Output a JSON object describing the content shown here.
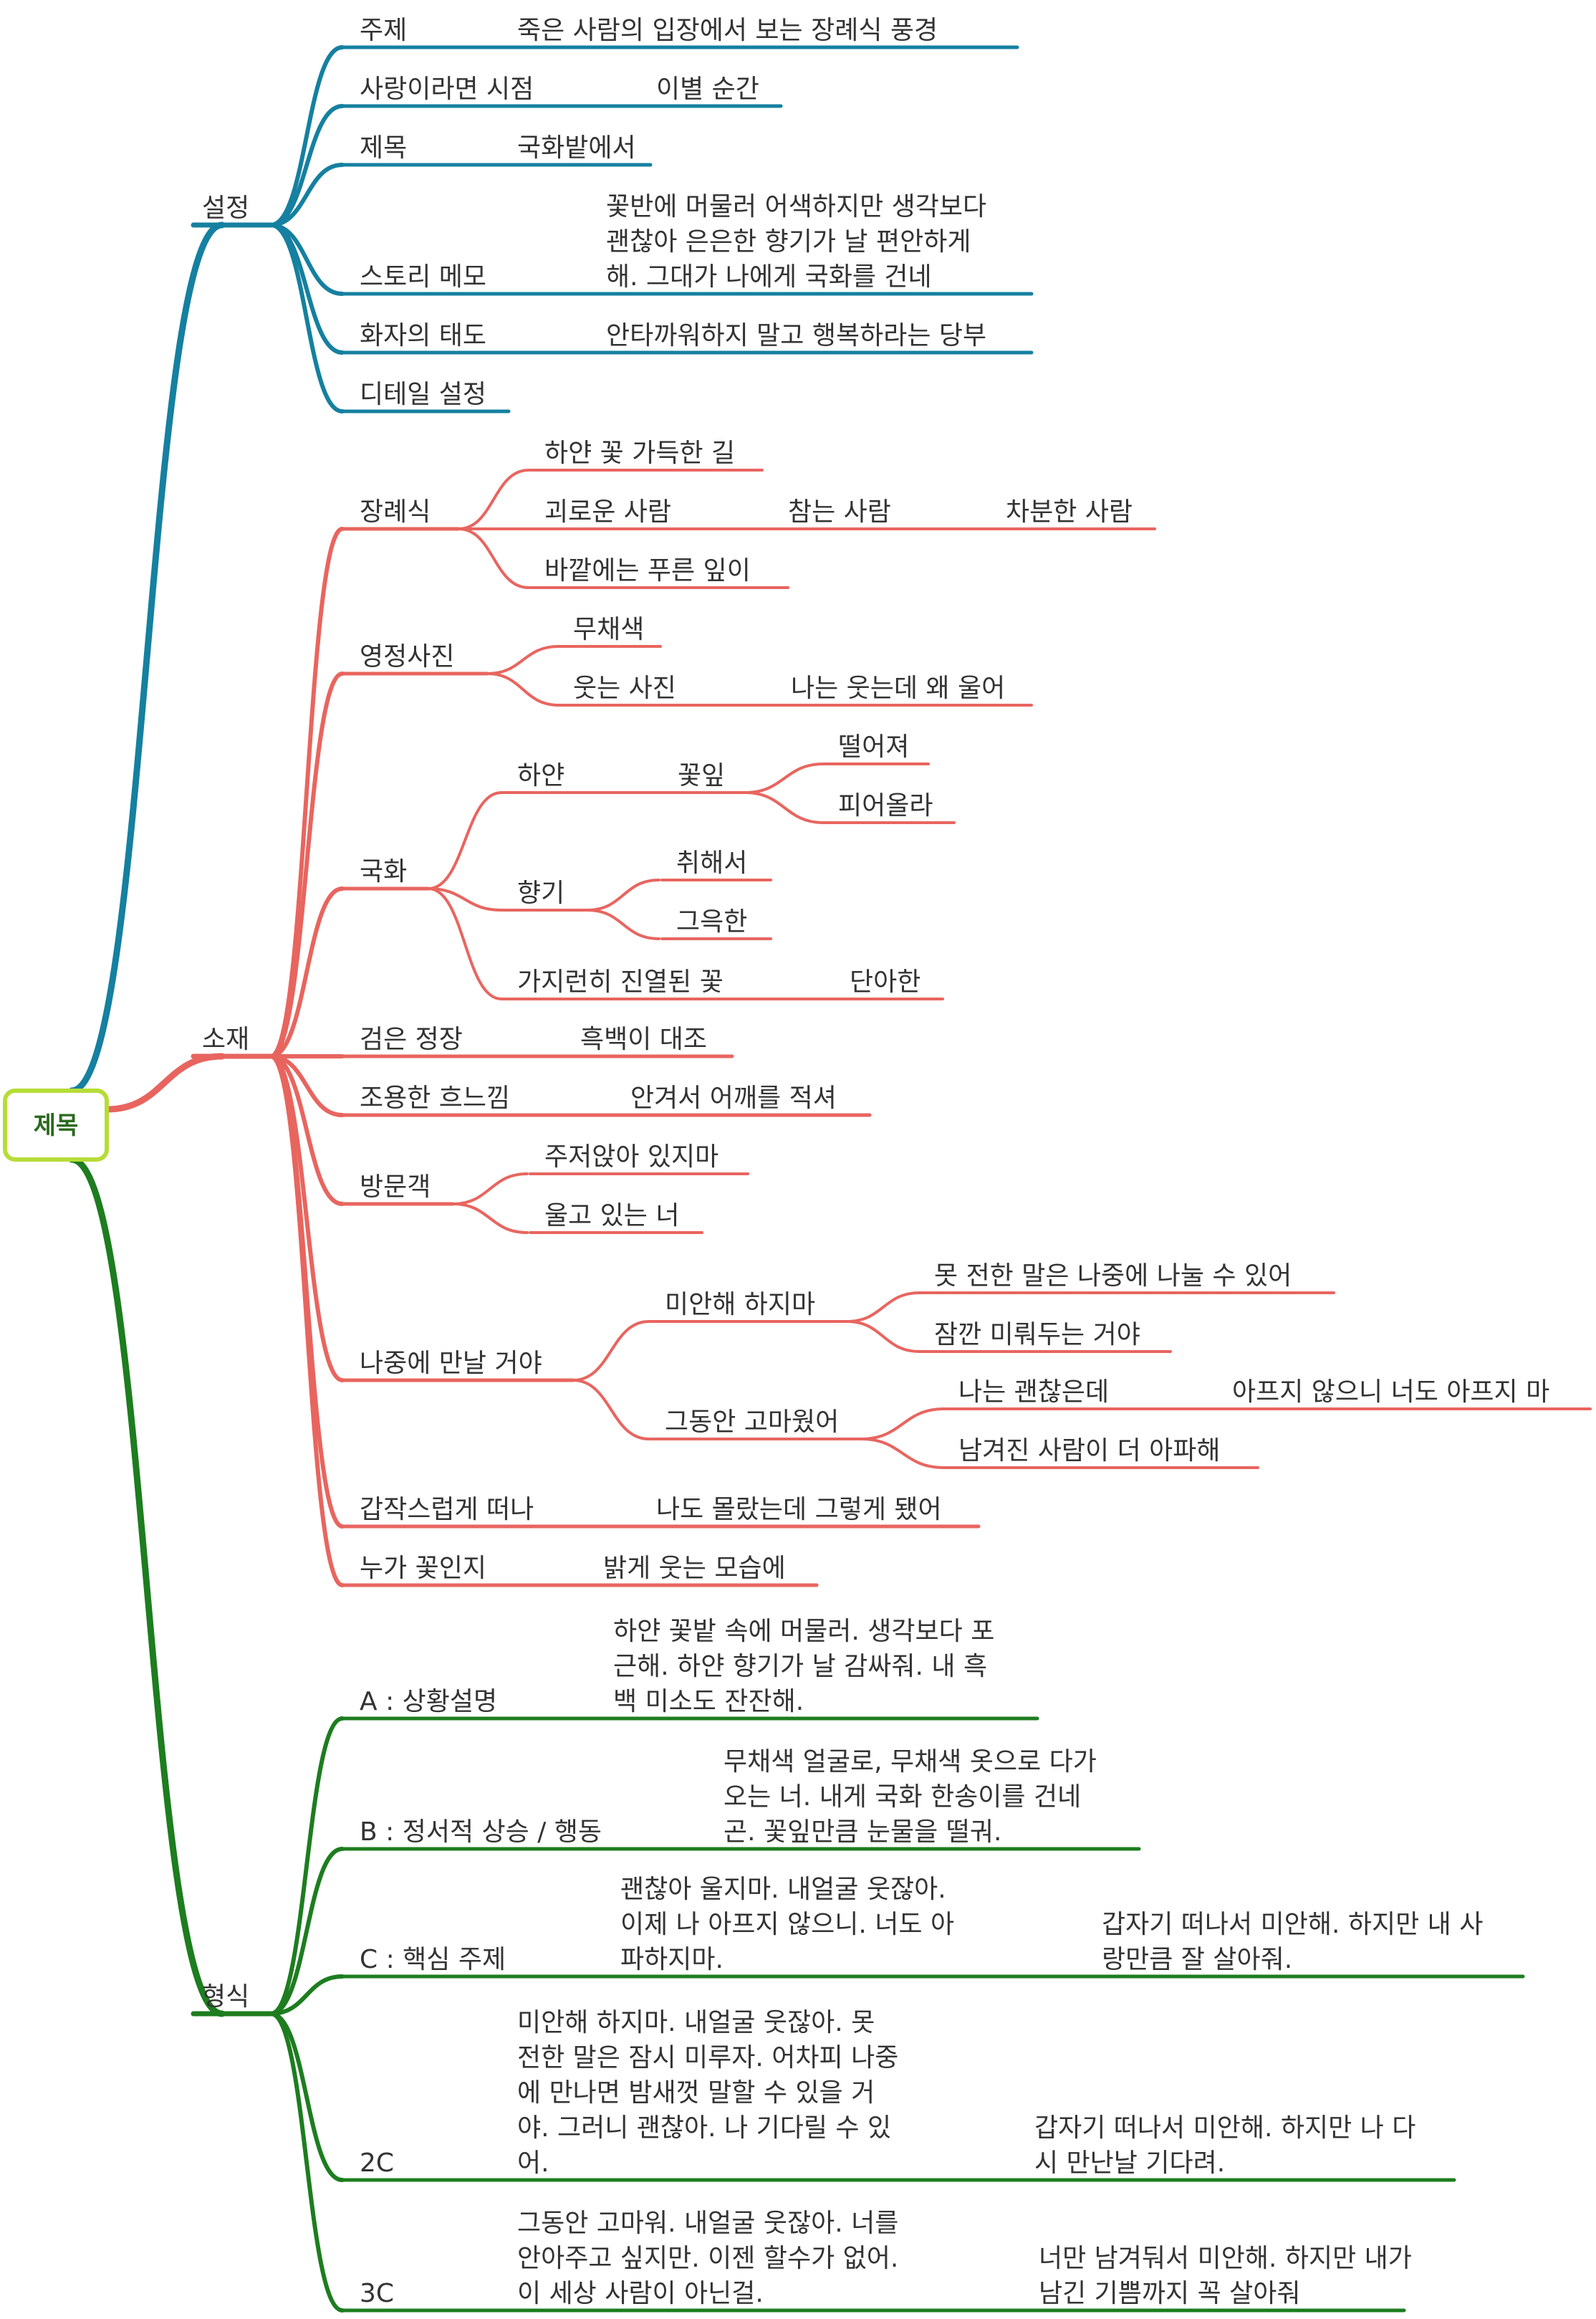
{
  "root": "제목",
  "colors": {
    "setting": "#1580a0",
    "material": "#e8655f",
    "form": "#1d7d1f",
    "root_border": "#b7dc36",
    "root_text": "#2a6a1c",
    "text": "#333333"
  },
  "branches": [
    {
      "label": "설정",
      "color_key": "setting",
      "children": [
        {
          "label": "주제",
          "chain": [
            "죽은 사람의 입장에서 보는 장례식 풍경"
          ]
        },
        {
          "label": "사랑이라면 시점",
          "chain": [
            "이별 순간"
          ]
        },
        {
          "label": "제목",
          "chain": [
            "국화밭에서"
          ]
        },
        {
          "label": "스토리 메모",
          "chain": [
            "꽃반에 머물러 어색하지만 생각보다\n괜찮아 은은한 향기가 날 편안하게\n해. 그대가 나에게 국화를 건네"
          ]
        },
        {
          "label": "화자의 태도",
          "chain": [
            "안타까워하지 말고 행복하라는 당부"
          ]
        },
        {
          "label": "디테일 설정",
          "chain": []
        }
      ]
    },
    {
      "label": "소재",
      "color_key": "material",
      "children": [
        {
          "label": "장례식",
          "subs": [
            {
              "label": "하얀 꽃 가득한 길"
            },
            {
              "label": "괴로운 사람",
              "chain": [
                "참는 사람",
                "차분한 사람"
              ]
            },
            {
              "label": "바깥에는 푸른 잎이"
            }
          ]
        },
        {
          "label": "영정사진",
          "subs": [
            {
              "label": "무채색"
            },
            {
              "label": "웃는 사진",
              "chain": [
                "나는 웃는데 왜 울어"
              ]
            }
          ]
        },
        {
          "label": "국화",
          "subs": [
            {
              "label": "하얀",
              "chain": [
                "꽃잎"
              ],
              "leaves": [
                "떨어져",
                "피어올라"
              ]
            },
            {
              "label": "향기",
              "leaves": [
                "취해서",
                "그윽한"
              ]
            },
            {
              "label": "가지런히 진열된 꽃",
              "chain": [
                "단아한"
              ]
            }
          ]
        },
        {
          "label": "검은 정장",
          "chain": [
            "흑백이 대조"
          ]
        },
        {
          "label": "조용한 흐느낌",
          "chain": [
            "안겨서 어깨를 적셔"
          ]
        },
        {
          "label": "방문객",
          "subs": [
            {
              "label": "주저앉아 있지마"
            },
            {
              "label": "울고 있는 너"
            }
          ]
        },
        {
          "label": "나중에 만날 거야",
          "subs": [
            {
              "label": "미안해 하지마",
              "leaves": [
                {
                  "label": "못 전한 말은 나중에 나눌 수 있어"
                },
                {
                  "label": "잠깐 미뤄두는 거야"
                }
              ]
            },
            {
              "label": "그동안 고마웠어",
              "leaves": [
                {
                  "label": "나는 괜찮은데",
                  "chain": [
                    "아프지 않으니 너도 아프지 마"
                  ]
                },
                {
                  "label": "남겨진 사람이 더 아파해"
                }
              ]
            }
          ]
        },
        {
          "label": "갑작스럽게 떠나",
          "chain": [
            "나도 몰랐는데 그렇게 됐어"
          ]
        },
        {
          "label": "누가 꽃인지",
          "chain": [
            "밝게 웃는 모습에"
          ]
        }
      ]
    },
    {
      "label": "형식",
      "color_key": "form",
      "children": [
        {
          "label": "A : 상황설명",
          "chain": [
            "하얀 꽃밭 속에 머물러. 생각보다 포\n근해. 하얀 향기가 날 감싸줘. 내 흑\n백 미소도 잔잔해."
          ]
        },
        {
          "label": "B : 정서적 상승 / 행동",
          "chain": [
            "무채색 얼굴로, 무채색 옷으로 다가\n오는 너. 내게 국화 한송이를 건네\n곤. 꽃잎만큼 눈물을 떨궈."
          ]
        },
        {
          "label": "C : 핵심 주제",
          "chain": [
            "괜찮아 울지마. 내얼굴 웃잖아.\n이제 나 아프지 않으니. 너도 아\n파하지마.",
            "갑자기 떠나서 미안해. 하지만 내 사\n랑만큼 잘 살아줘."
          ]
        },
        {
          "label": "2C",
          "chain": [
            "미안해 하지마. 내얼굴 웃잖아. 못\n전한 말은 잠시 미루자. 어차피 나중\n에 만나면 밤새껏 말할 수 있을 거\n야. 그러니 괜찮아. 나 기다릴 수 있\n어.",
            "갑자기 떠나서 미안해. 하지만 나 다\n시 만난날 기다려."
          ]
        },
        {
          "label": "3C",
          "chain": [
            "그동안 고마워. 내얼굴 웃잖아. 너를\n안아주고 싶지만. 이젠 할수가 없어.\n이 세상 사람이 아닌걸.",
            "너만 남겨둬서 미안해. 하지만 내가\n남긴 기쁨까지 꼭 살아줘"
          ]
        }
      ]
    }
  ]
}
